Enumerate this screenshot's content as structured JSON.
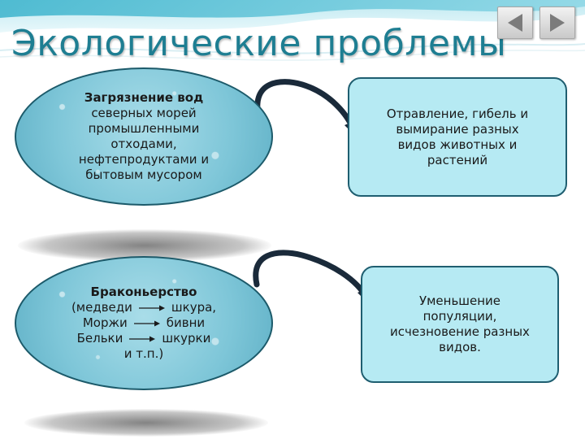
{
  "slide": {
    "title": "Экологические проблемы",
    "colors": {
      "title": "#1e7e92",
      "ellipse_fill": "#7ec6d8",
      "box_fill": "#b6eaf3",
      "border": "#1f5e70",
      "connector": "#1a2a3a"
    }
  },
  "nav": {
    "prev_icon": "triangle-left-icon",
    "next_icon": "triangle-right-icon"
  },
  "problems": [
    {
      "ellipse": {
        "heading": "Загрязнение вод",
        "lines": [
          "северных морей",
          "промышленными",
          "отходами,",
          "нефтепродуктами и",
          "бытовым мусором"
        ]
      },
      "consequence": [
        "Отравление, гибель и",
        "вымирание разных",
        "видов животных и",
        "растений"
      ]
    },
    {
      "ellipse": {
        "heading": "Браконьерство",
        "pairs": [
          {
            "left": "(медведи",
            "right": "шкура,"
          },
          {
            "left": "Моржи",
            "right": "бивни"
          },
          {
            "left": "Бельки",
            "right": "шкурки"
          }
        ],
        "tail": "и т.п.)"
      },
      "consequence": [
        "Уменьшение",
        "популяции,",
        "исчезновение разных",
        "видов."
      ]
    }
  ]
}
